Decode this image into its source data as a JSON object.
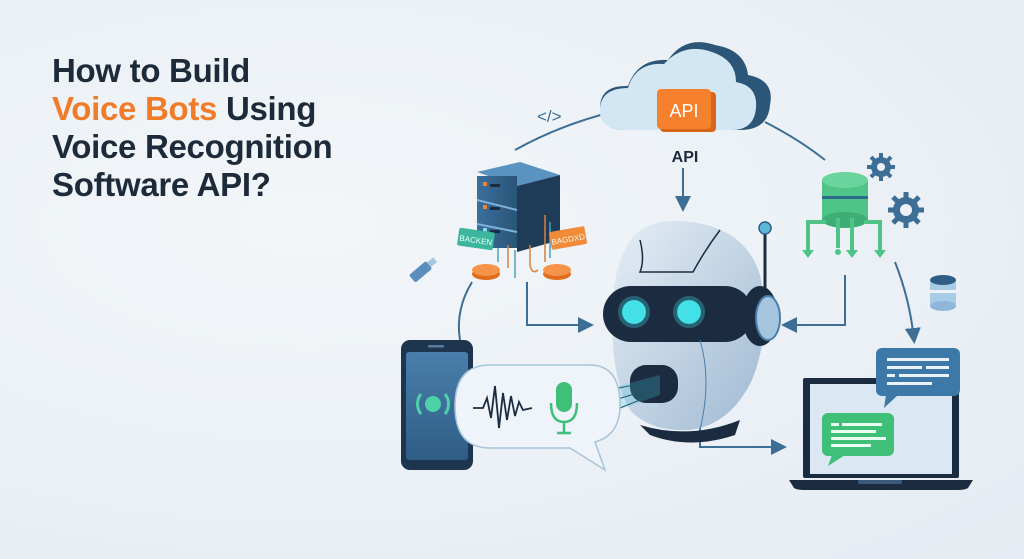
{
  "title": {
    "line1": "How to Build",
    "line2_highlight": "Voice Bots",
    "line2_rest": " Using",
    "line3": "Voice Recognition",
    "line4": "Software API?"
  },
  "diagram": {
    "cloud": {
      "badge_text": "API",
      "caption": "API"
    },
    "code_glyph": "</>",
    "backend_server": {
      "left_tag": "BACKEN",
      "right_tag": "BAGDXD"
    },
    "robot": {
      "label": "voice-bot"
    },
    "speech_bubble": {
      "content": "waveform + microphone"
    }
  },
  "colors": {
    "title_dark": "#1c2a3a",
    "accent_orange": "#f07c2a",
    "steel_blue": "#3c6e96",
    "green": "#3fbf78",
    "teal_eye": "#43e0e8",
    "navy": "#1c2c40",
    "background": "#eef2f6"
  }
}
